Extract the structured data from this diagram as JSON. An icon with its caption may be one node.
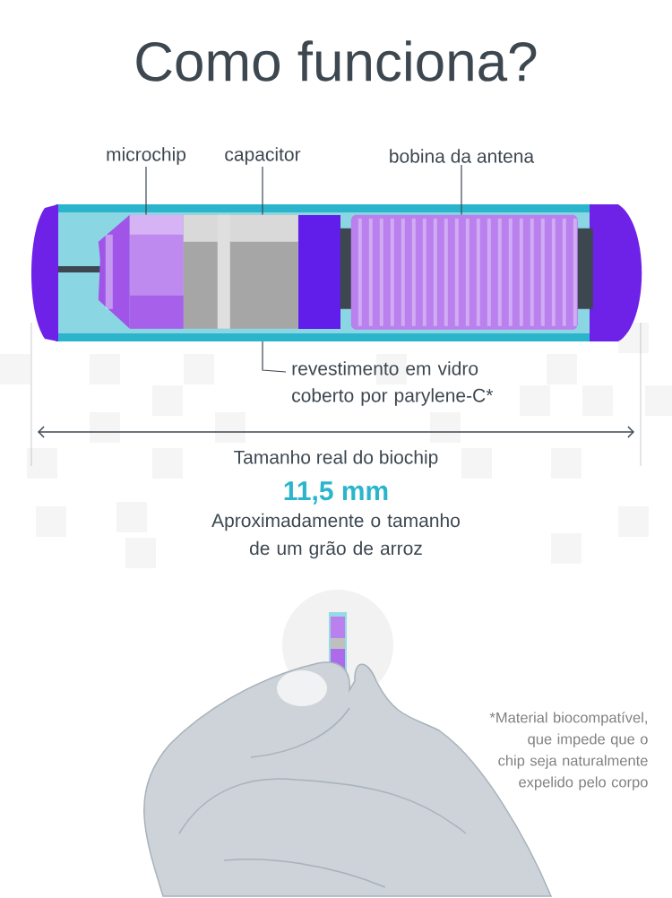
{
  "diagram": {
    "title": "Como funciona?",
    "nodes": [
      {
        "text": [
          "microchip"
        ]
      },
      {
        "text": [
          "capacitor"
        ]
      },
      {
        "text": [
          "bobina da antena"
        ]
      },
      {
        "text": [
          "revestimento em vidro coberto por parylene-C*"
        ]
      },
      {
        "text": [],
        "shape": "picture"
      },
      {
        "text": [],
        "shape": "picture",
        "in": 4
      },
      {
        "text": [],
        "shape": "picture",
        "in": 4
      },
      {
        "text": [],
        "shape": "picture",
        "in": 4
      }
    ],
    "edges": [
      {
        "from": 0,
        "to": 5,
        "arrow": "none"
      },
      {
        "from": 1,
        "to": 6,
        "arrow": "none"
      },
      {
        "from": 2,
        "to": 7,
        "arrow": "none"
      },
      {
        "from": 3,
        "to": 4,
        "arrow": "none"
      }
    ],
    "labels": [
      "Tamanho real do biochip",
      "11,5 mm",
      "Aproximadamente o tamanho de um grão de arroz",
      "*Material biocompatível, que impede que o chip seja naturalmente expelido pelo corpo"
    ]
  }
}
